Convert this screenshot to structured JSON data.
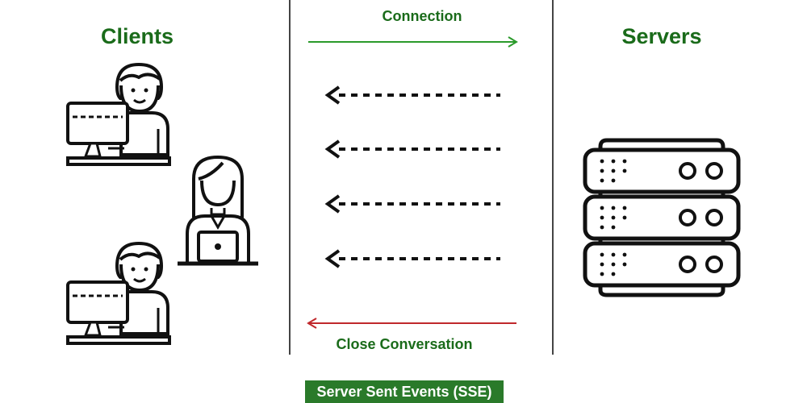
{
  "headings": {
    "clients": "Clients",
    "servers": "Servers"
  },
  "flow": {
    "connection_label": "Connection",
    "close_label": "Close Conversation",
    "event_count": 4
  },
  "caption": "Server Sent Events (SSE)",
  "colors": {
    "accent_green": "#1a6b1a",
    "connection_arrow": "#2a9a2a",
    "close_arrow": "#c0282c",
    "outline": "#111111",
    "caption_bg": "#2a7a2a"
  },
  "icons": [
    "client-with-computer-icon",
    "client-with-laptop-icon",
    "server-rack-icon"
  ]
}
